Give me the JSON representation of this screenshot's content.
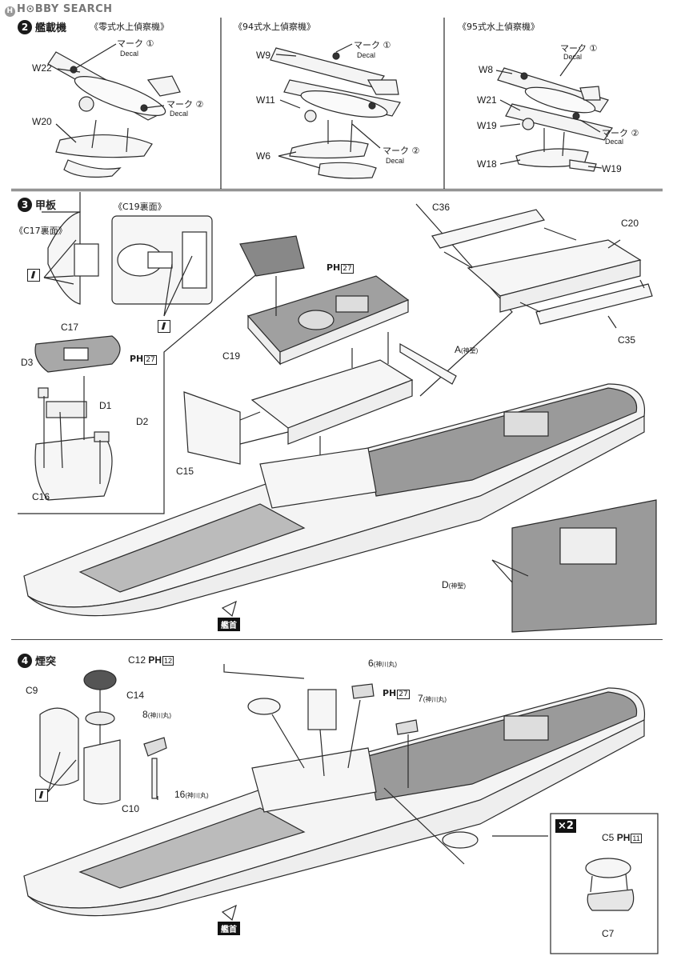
{
  "site_logo": "H⊙BBY SEARCH",
  "colors": {
    "line": "#2a2a2a",
    "deck": "#9a9a9a",
    "frame": "#444444"
  },
  "step2": {
    "number": "2",
    "title": "艦載機",
    "sub_zero": "《零式水上偵察機》",
    "sub_94": "《94式水上偵察機》",
    "sub_95": "《95式水上偵察機》",
    "mark1": "マーク ①",
    "mark2": "マーク ②",
    "decal": "Decal",
    "parts": {
      "w22": "W22",
      "w20": "W20",
      "w9": "W9",
      "w11": "W11",
      "w6": "W6",
      "w8": "W8",
      "w21": "W21",
      "w19": "W19",
      "w18": "W18"
    }
  },
  "step3": {
    "number": "3",
    "title": "甲板",
    "c17_back": "《C17裏面》",
    "c19_back": "《C19裏面》",
    "parts": {
      "c17": "C17",
      "d3": "D3",
      "d1": "D1",
      "d2": "D2",
      "c16": "C16",
      "c19": "C19",
      "c15": "C15",
      "c36": "C36",
      "c20": "C20",
      "c35": "C35",
      "a_kamikawa": "A",
      "d_kamikawa": "D"
    },
    "kamikawa_note": "(神聖)",
    "ph_code": "PH",
    "ph_num": "27",
    "bow": "艦首"
  },
  "step4": {
    "number": "4",
    "title": "煙突",
    "parts": {
      "c12": "C12",
      "c14": "C14",
      "c9": "C9",
      "c10": "C10",
      "p8": "8",
      "p16": "16",
      "p6": "6",
      "p7": "7",
      "c5": "C5",
      "c7": "C7"
    },
    "kamikawa_maru": "(神川丸)",
    "ph_code": "PH",
    "ph12": "12",
    "ph27": "27",
    "ph11": "11",
    "times": "×2",
    "bow": "艦首"
  }
}
